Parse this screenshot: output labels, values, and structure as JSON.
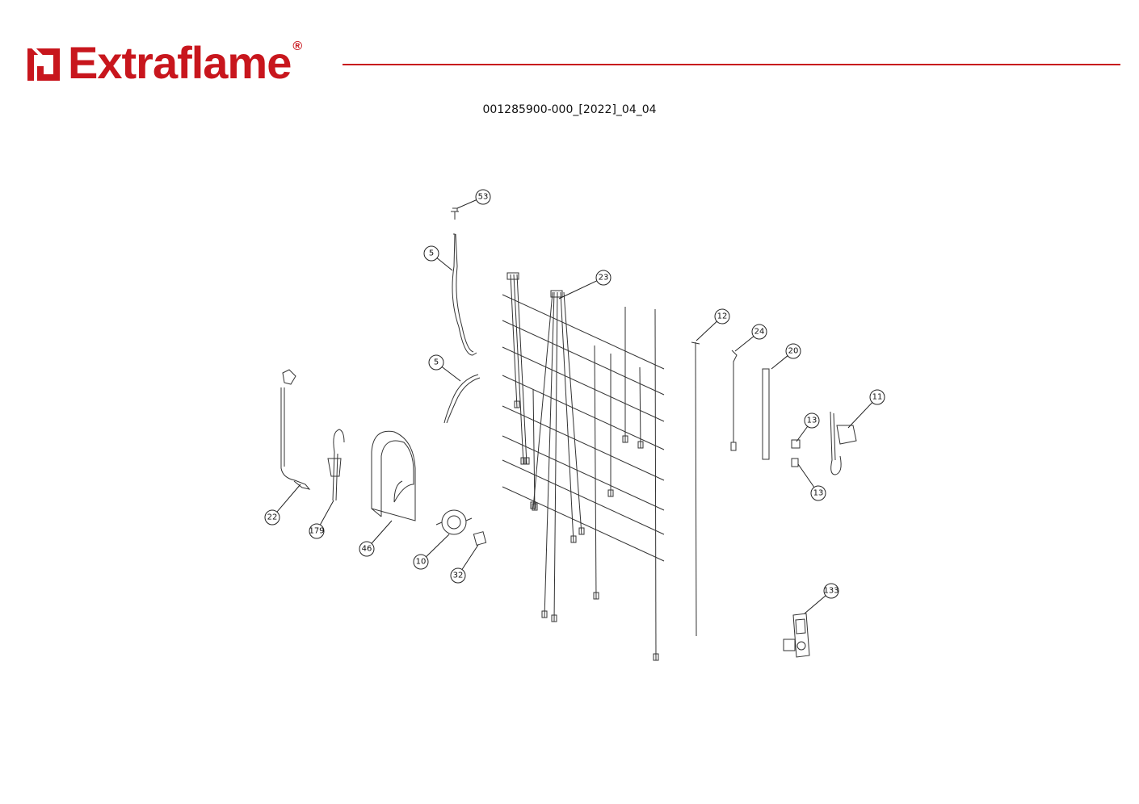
{
  "header": {
    "brand": "Extraflame",
    "registered_mark": "®",
    "document_id": "001285900-000_[2022]_04_04",
    "brand_color": "#c8161d"
  },
  "diagram": {
    "callouts": [
      "53",
      "5",
      "23",
      "12",
      "24",
      "5",
      "20",
      "11",
      "13",
      "13",
      "22",
      "179",
      "46",
      "10",
      "32",
      "133"
    ]
  }
}
